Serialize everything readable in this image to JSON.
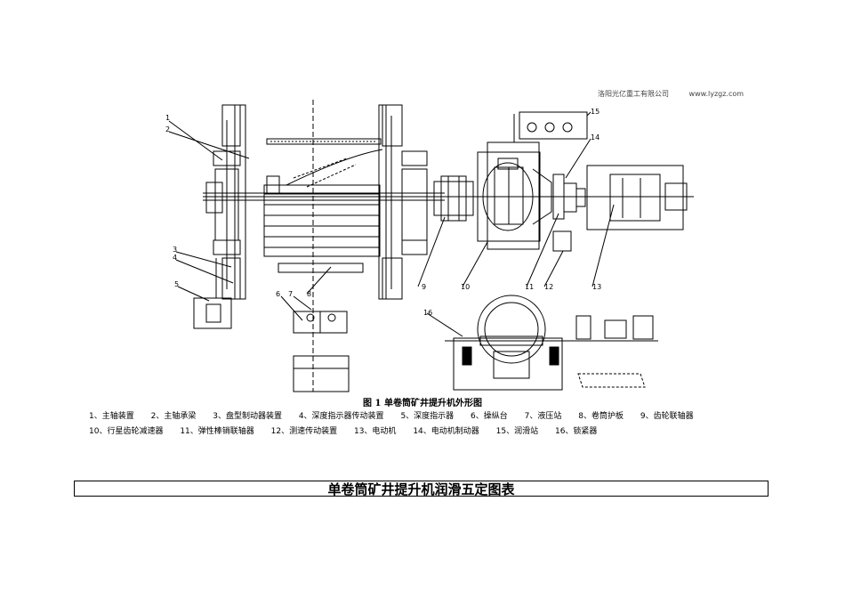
{
  "header": {
    "company": "洛阳光亿重工有限公司",
    "website": "www.lyzgz.com"
  },
  "figure": {
    "title": "图 1   单卷筒矿井提升机外形图",
    "callout_numbers": [
      "1",
      "2",
      "3",
      "4",
      "5",
      "6",
      "7",
      "8",
      "9",
      "10",
      "11",
      "12",
      "13",
      "14",
      "15",
      "16"
    ]
  },
  "legend": {
    "row1": [
      "1、主轴装置",
      "2、主轴承梁",
      "3、盘型制动器装置",
      "4、深度指示器传动装置",
      "5、深度指示器",
      "6、操纵台",
      "7、液压站",
      "8、卷筒护板",
      "9、齿轮联轴器"
    ],
    "row2": [
      "10、行星齿轮减速器",
      "11、弹性棒销联轴器",
      "12、测速传动装置",
      "13、电动机",
      "14、电动机制动器",
      "15、润滑站",
      "16、锁紧器"
    ]
  },
  "table": {
    "title": "单卷筒矿井提升机润滑五定图表"
  }
}
